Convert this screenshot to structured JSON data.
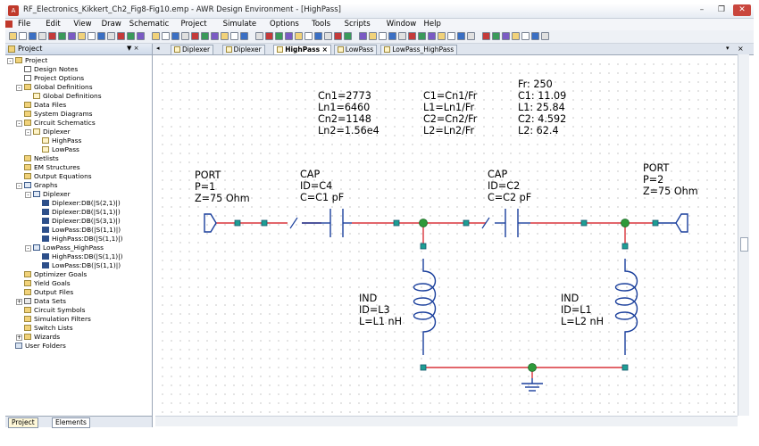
{
  "window": {
    "title": "RF_Electronics_Kikkert_Ch2_Fig8-Fig10.emp - AWR Design Environment - [HighPass]",
    "icon": "app-icon"
  },
  "menu": [
    "File",
    "Edit",
    "View",
    "Draw",
    "Schematic",
    "Project",
    "Simulate",
    "Options",
    "Tools",
    "Scripts",
    "Window",
    "Help"
  ],
  "panel": {
    "title": "Project",
    "pin": "▼ ×",
    "tree": [
      {
        "label": "Project",
        "level": 0,
        "icon": "folder",
        "exp": "-"
      },
      {
        "label": "Design Notes",
        "level": 1,
        "icon": "doc"
      },
      {
        "label": "Project Options",
        "level": 1,
        "icon": "doc"
      },
      {
        "label": "Global Definitions",
        "level": 1,
        "icon": "folder",
        "exp": "-"
      },
      {
        "label": "Global Definitions",
        "level": 2,
        "icon": "sch"
      },
      {
        "label": "Data Files",
        "level": 1,
        "icon": "folder"
      },
      {
        "label": "System Diagrams",
        "level": 1,
        "icon": "folder"
      },
      {
        "label": "Circuit Schematics",
        "level": 1,
        "icon": "folder",
        "exp": "-"
      },
      {
        "label": "Diplexer",
        "level": 2,
        "icon": "sch",
        "exp": "-"
      },
      {
        "label": "HighPass",
        "level": 3,
        "icon": "sch"
      },
      {
        "label": "LowPass",
        "level": 3,
        "icon": "sch"
      },
      {
        "label": "Netlists",
        "level": 1,
        "icon": "folder"
      },
      {
        "label": "EM Structures",
        "level": 1,
        "icon": "folder"
      },
      {
        "label": "Output Equations",
        "level": 1,
        "icon": "folder"
      },
      {
        "label": "Graphs",
        "level": 1,
        "icon": "graph",
        "exp": "-"
      },
      {
        "label": "Diplexer",
        "level": 2,
        "icon": "graph",
        "exp": "-"
      },
      {
        "label": "Diplexer:DB(|S(2,1)|)",
        "level": 3,
        "icon": "trace"
      },
      {
        "label": "Diplexer:DB(|S(1,1)|)",
        "level": 3,
        "icon": "trace"
      },
      {
        "label": "Diplexer:DB(|S(3,1)|)",
        "level": 3,
        "icon": "trace"
      },
      {
        "label": "LowPass:DB(|S(1,1)|)",
        "level": 3,
        "icon": "trace"
      },
      {
        "label": "HighPass:DB(|S(1,1)|)",
        "level": 3,
        "icon": "trace"
      },
      {
        "label": "LowPass_HighPass",
        "level": 2,
        "icon": "graph",
        "exp": "-"
      },
      {
        "label": "HighPass:DB(|S(1,1)|)",
        "level": 3,
        "icon": "trace"
      },
      {
        "label": "LowPass:DB(|S(1,1)|)",
        "level": 3,
        "icon": "trace"
      },
      {
        "label": "Optimizer Goals",
        "level": 1,
        "icon": "folder"
      },
      {
        "label": "Yield Goals",
        "level": 1,
        "icon": "folder"
      },
      {
        "label": "Output Files",
        "level": 1,
        "icon": "folder"
      },
      {
        "label": "Data Sets",
        "level": 1,
        "icon": "data",
        "exp": "+"
      },
      {
        "label": "Circuit Symbols",
        "level": 1,
        "icon": "folder"
      },
      {
        "label": "Simulation Filters",
        "level": 1,
        "icon": "folder"
      },
      {
        "label": "Switch Lists",
        "level": 1,
        "icon": "folder"
      },
      {
        "label": "Wizards",
        "level": 1,
        "icon": "folder",
        "exp": "+"
      },
      {
        "label": "User Folders",
        "level": 0,
        "icon": "user"
      }
    ],
    "bottom_tabs": [
      "Project",
      "Elements"
    ]
  },
  "doc_tabs": [
    {
      "label": "Diplexer",
      "active": false
    },
    {
      "label": "Diplexer",
      "active": false
    },
    {
      "label": "HighPass",
      "active": true
    },
    {
      "label": "LowPass",
      "active": false
    },
    {
      "label": "LowPass_HighPass",
      "active": false
    }
  ],
  "schematic": {
    "equations": {
      "col1": [
        "Cn1=2773",
        "Ln1=6460",
        "Cn2=1148",
        "Ln2=1.56e4"
      ],
      "col2": [
        "C1=Cn1/Fr",
        "L1=Ln1/Fr",
        "C2=Cn2/Fr",
        "L2=Ln2/Fr"
      ],
      "col3": [
        "Fr: 250",
        "C1: 11.09",
        "L1: 25.84",
        "C2: 4.592",
        "L2: 62.4"
      ]
    },
    "port1": [
      "PORT",
      "P=1",
      "Z=75 Ohm"
    ],
    "port2": [
      "PORT",
      "P=2",
      "Z=75 Ohm"
    ],
    "cap1": [
      "CAP",
      "ID=C4",
      "C=C1 pF"
    ],
    "cap2": [
      "CAP",
      "ID=C2",
      "C=C2 pF"
    ],
    "ind1": [
      "IND",
      "ID=L3",
      "L=L1 nH"
    ],
    "ind2": [
      "IND",
      "ID=L1",
      "L=L2 nH"
    ],
    "colors": {
      "wire": "#d9343a",
      "node": "#2e9a3a",
      "pin": "#1f9e94",
      "component": "#1a3f9c",
      "pinborder": "#155a6b"
    }
  }
}
